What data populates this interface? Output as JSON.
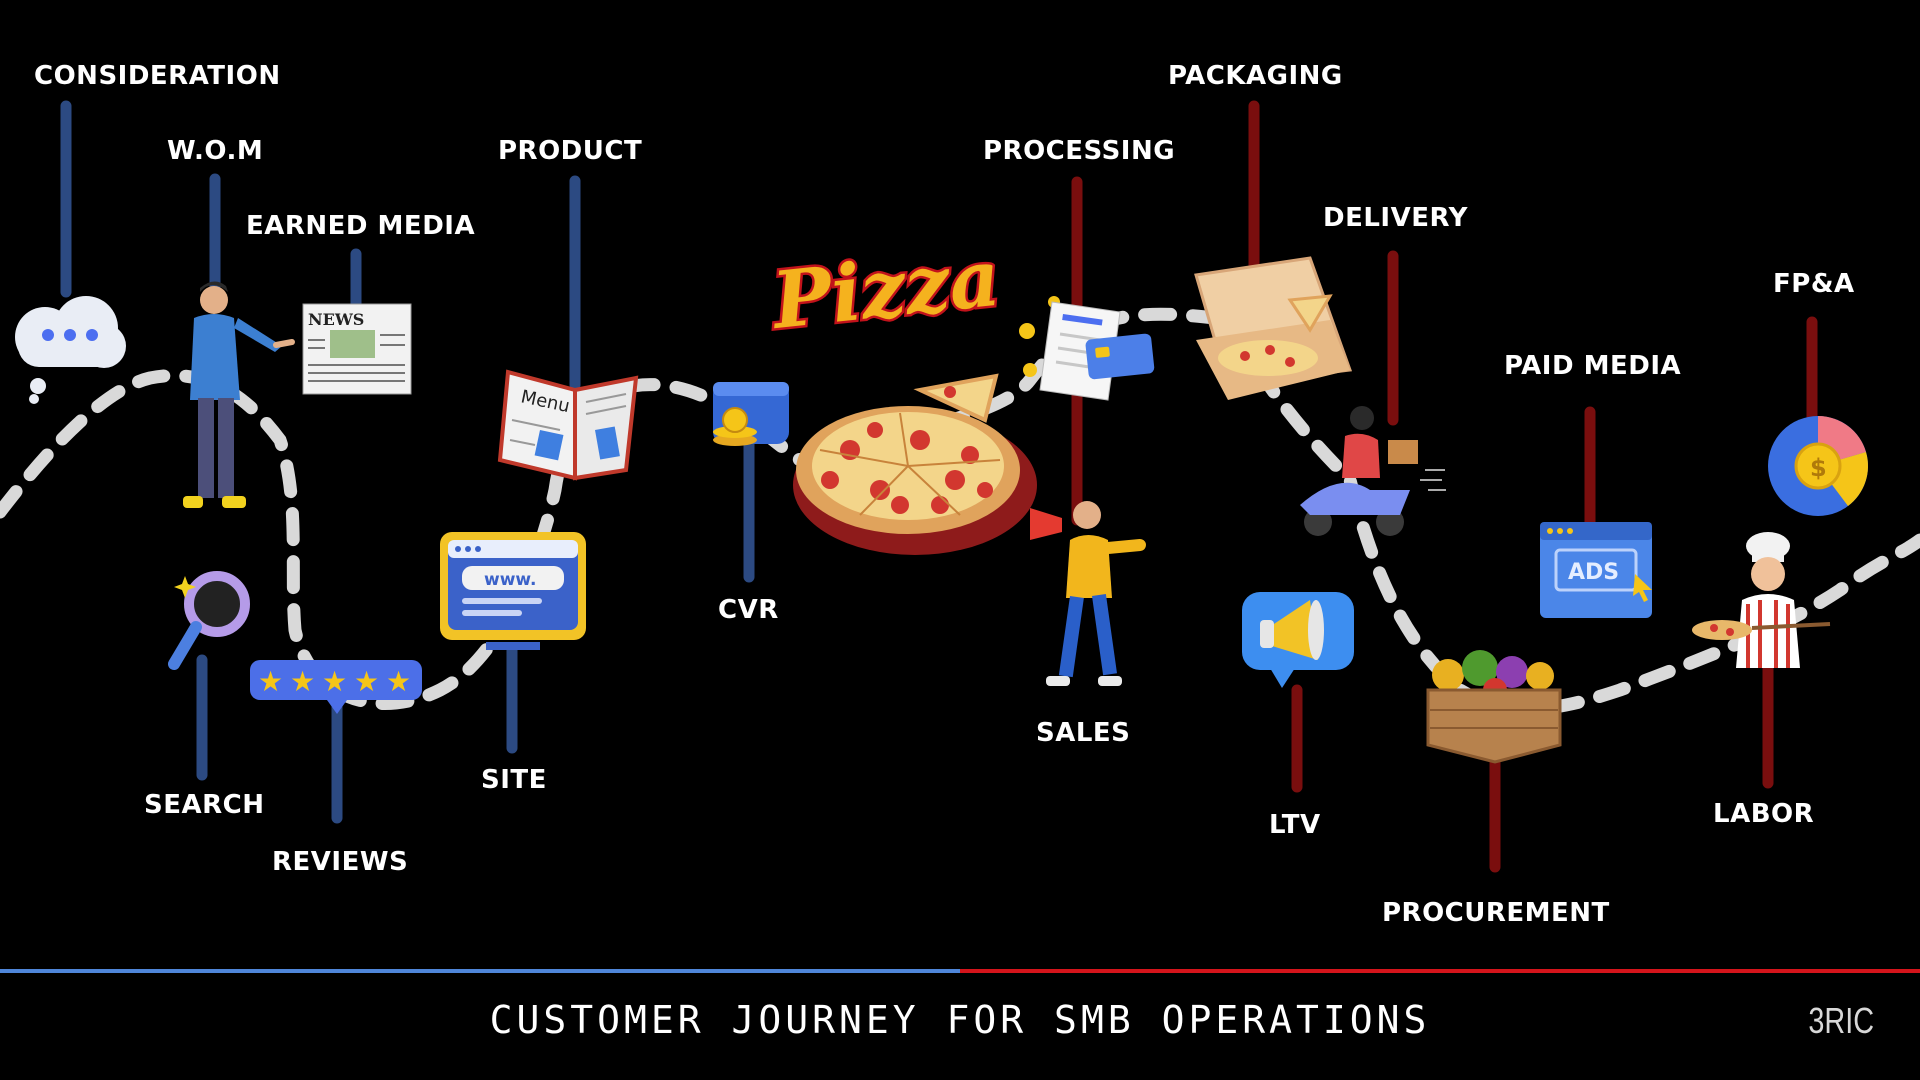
{
  "colors": {
    "background": "#000000",
    "acquisition_stem": "#2c4a82",
    "operations_stem": "#7a0e0e",
    "path": "#d9d9d9",
    "rule_left": "#4f86d9",
    "rule_right": "#d4141b"
  },
  "stages": [
    {
      "id": "consideration",
      "label": "CONSIDERATION",
      "side": "acquisition",
      "icon": "thought-bubble-icon"
    },
    {
      "id": "wom",
      "label": "W.O.M",
      "side": "acquisition",
      "icon": "person-pointing-icon"
    },
    {
      "id": "earned-media",
      "label": "EARNED MEDIA",
      "side": "acquisition",
      "icon": "newspaper-icon"
    },
    {
      "id": "search",
      "label": "SEARCH",
      "side": "acquisition",
      "icon": "magnifier-icon"
    },
    {
      "id": "reviews",
      "label": "REVIEWS",
      "side": "acquisition",
      "icon": "five-stars-icon"
    },
    {
      "id": "product",
      "label": "PRODUCT",
      "side": "acquisition",
      "icon": "menu-icon"
    },
    {
      "id": "site",
      "label": "SITE",
      "side": "acquisition",
      "icon": "website-icon"
    },
    {
      "id": "cvr",
      "label": "CVR",
      "side": "acquisition",
      "icon": "wallet-icon"
    },
    {
      "id": "processing",
      "label": "PROCESSING",
      "side": "operations",
      "icon": "receipt-card-icon"
    },
    {
      "id": "sales",
      "label": "SALES",
      "side": "operations",
      "icon": "person-megaphone-icon"
    },
    {
      "id": "packaging",
      "label": "PACKAGING",
      "side": "operations",
      "icon": "pizza-box-icon"
    },
    {
      "id": "delivery",
      "label": "DELIVERY",
      "side": "operations",
      "icon": "scooter-icon"
    },
    {
      "id": "ltv",
      "label": "LTV",
      "side": "operations",
      "icon": "megaphone-bubble-icon"
    },
    {
      "id": "procurement",
      "label": "PROCUREMENT",
      "side": "operations",
      "icon": "vegetable-crate-icon"
    },
    {
      "id": "paid-media",
      "label": "PAID MEDIA",
      "side": "operations",
      "icon": "ads-window-icon"
    },
    {
      "id": "labor",
      "label": "LABOR",
      "side": "operations",
      "icon": "chef-icon"
    },
    {
      "id": "fpa",
      "label": "FP&A",
      "side": "operations",
      "icon": "pie-chart-icon"
    }
  ],
  "center": {
    "logo_text": "Pizza",
    "icon": "pizza-icon"
  },
  "icon_text": {
    "news": "NEWS",
    "menu": "Menu",
    "www": "www.",
    "ads": "ADS",
    "dollar": "$"
  },
  "footer": {
    "title": "CUSTOMER JOURNEY FOR SMB OPERATIONS",
    "brand": "3RIC"
  }
}
